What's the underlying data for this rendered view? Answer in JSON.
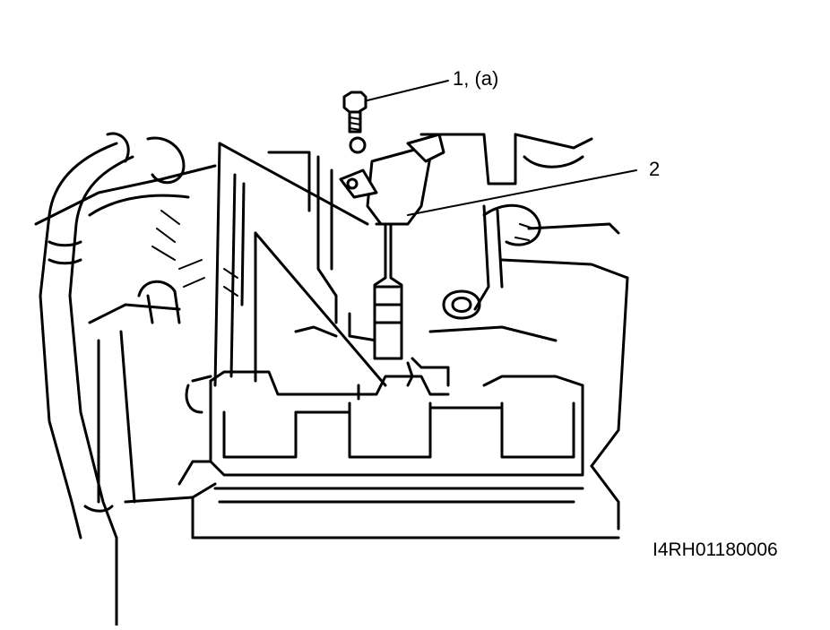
{
  "callouts": [
    {
      "id": "1",
      "text": "1, (a)"
    },
    {
      "id": "2",
      "text": "2"
    }
  ],
  "figure_code": "I4RH01180006",
  "colors": {
    "ink": "#000000",
    "paper": "#ffffff"
  }
}
